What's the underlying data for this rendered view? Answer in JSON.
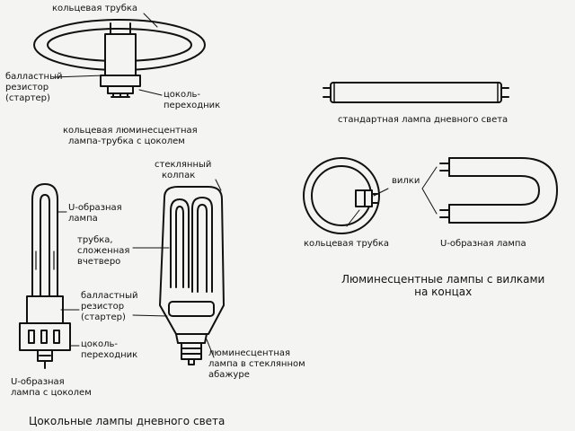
{
  "labels": {
    "ring_tube_top": "кольцевая трубка",
    "ballast_top_1": "балластный",
    "ballast_top_2": "резистор",
    "ballast_top_3": "(стартер)",
    "socket_adapter_top_1": "цоколь-",
    "socket_adapter_top_2": "переходник",
    "ring_lamp_caption_1": "кольцевая люминесцентная",
    "ring_lamp_caption_2": "лампа-трубка с цоколем",
    "glass_cap_1": "стеклянный",
    "glass_cap_2": "колпак",
    "u_lamp_1": "U-образная",
    "u_lamp_2": "лампа",
    "folded_tube_1": "трубка,",
    "folded_tube_2": "сложенная",
    "folded_tube_3": "вчетверо",
    "ballast_bottom_1": "балластный",
    "ballast_bottom_2": "резистор",
    "ballast_bottom_3": "(стартер)",
    "socket_adapter_bottom_1": "цоколь-",
    "socket_adapter_bottom_2": "переходник",
    "u_lamp_socket_1": "U-образная",
    "u_lamp_socket_2": "лампа с цоколем",
    "shaded_lamp_1": "люминесцентная",
    "shaded_lamp_2": "лампа в стеклянном",
    "shaded_lamp_3": "абажуре",
    "socket_lamps_caption": "Цокольные лампы дневного света",
    "standard_lamp": "стандартная лампа дневного света",
    "pins": "вилки",
    "ring_tube_right": "кольцевая трубка",
    "u_lamp_right": "U-образная лампа",
    "pin_lamps_caption_1": "Люминесцентные лампы с вилками",
    "pin_lamps_caption_2": "на концах"
  }
}
